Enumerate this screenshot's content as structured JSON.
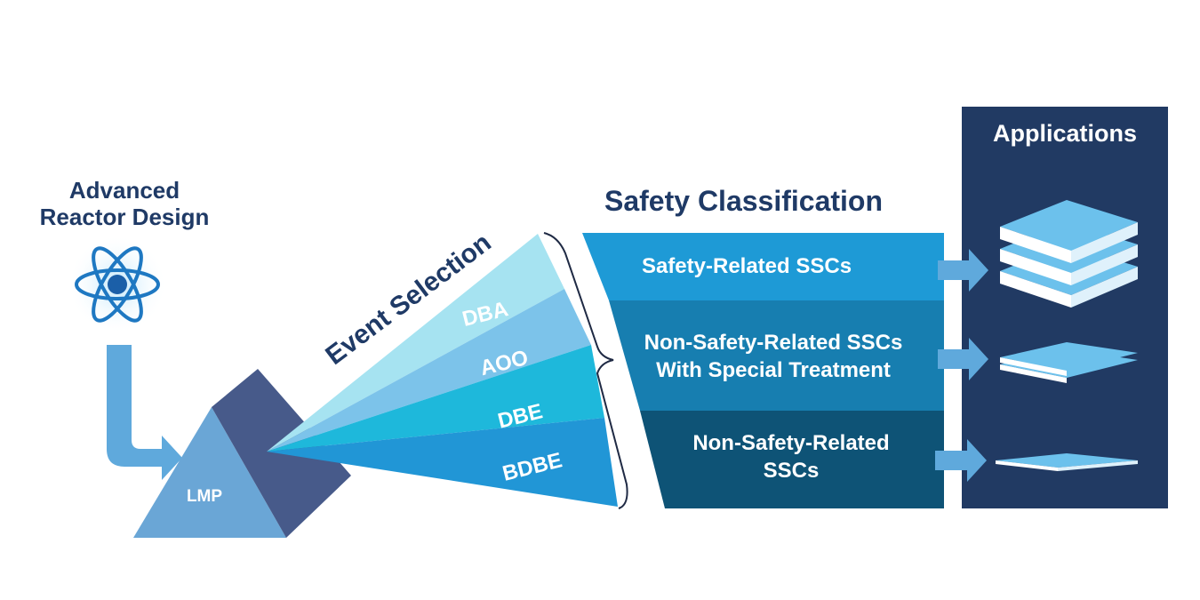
{
  "design": {
    "title_line1": "Advanced",
    "title_line2": "Reactor Design",
    "icon": "atom-icon"
  },
  "lmp": {
    "label": "LMP"
  },
  "event_selection": {
    "title": "Event Selection",
    "categories": [
      "DBA",
      "AOO",
      "DBE",
      "BDBE"
    ]
  },
  "safety_classification": {
    "title": "Safety Classification",
    "bands": [
      {
        "line1": "Safety-Related SSCs",
        "line2": ""
      },
      {
        "line1": "Non-Safety-Related SSCs",
        "line2": "With Special Treatment"
      },
      {
        "line1": "Non-Safety-Related",
        "line2": "SSCs"
      }
    ]
  },
  "applications": {
    "title": "Applications"
  },
  "colors": {
    "navy": "#213a63",
    "title_blue": "#1f3a66",
    "band_top": "#1e9ad6",
    "band_mid": "#177eb0",
    "band_bottom": "#0e5376",
    "arrow": "#5fa9dc",
    "funnel_1": "#a6e3f1",
    "funnel_2": "#7cc3ea",
    "funnel_3": "#1eb8db",
    "funnel_4": "#2196d6"
  }
}
